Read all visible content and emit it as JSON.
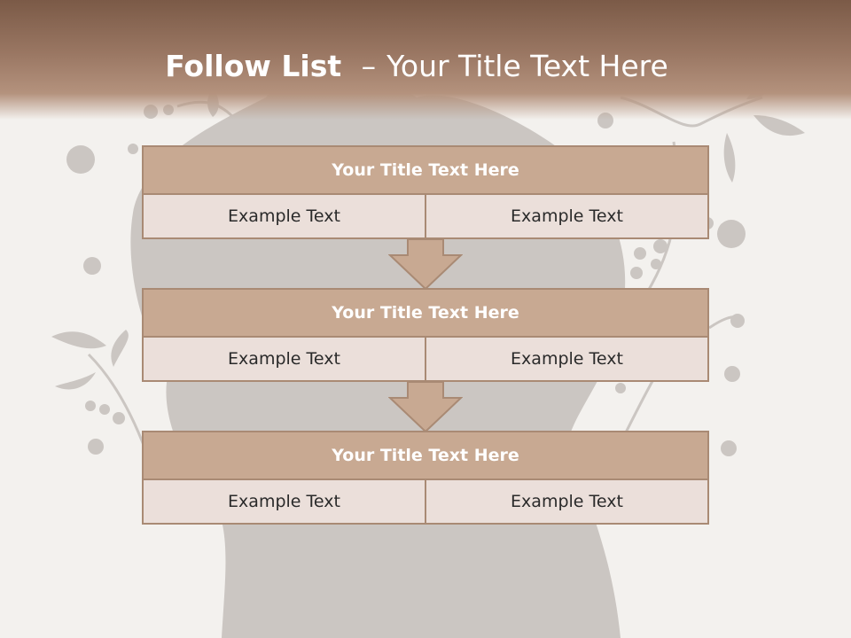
{
  "slide": {
    "title_bold": "Follow List",
    "title_separator": "–",
    "title_rest": "Your Title Text Here"
  },
  "steps": [
    {
      "title": "Your Title Text Here",
      "cells": [
        "Example Text",
        "Example Text"
      ]
    },
    {
      "title": "Your Title Text Here",
      "cells": [
        "Example Text",
        "Example Text"
      ]
    },
    {
      "title": "Your Title Text Here",
      "cells": [
        "Example Text",
        "Example Text"
      ]
    }
  ],
  "colors": {
    "header": "#8a6854",
    "step_title_fill": "#c8a992",
    "cell_fill": "#ebdfda",
    "border": "#a98a74"
  }
}
